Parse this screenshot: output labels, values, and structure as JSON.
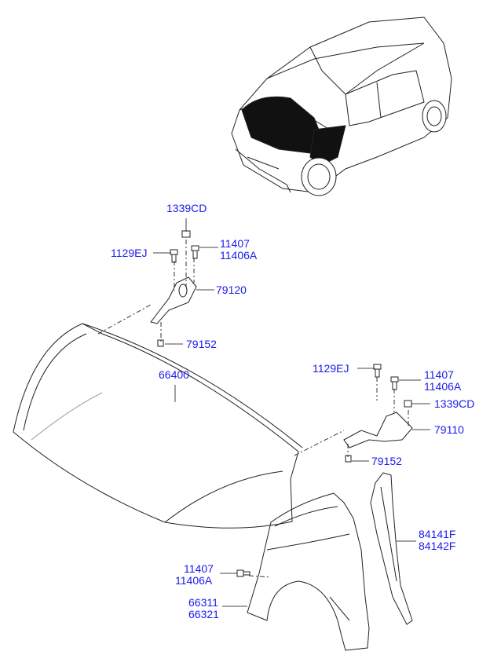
{
  "accent_color": "#1a1aee",
  "callouts": {
    "nut_upper_left": "1339CD",
    "bolt_11407_upper_a": "11407",
    "bolt_11406a_upper_b": "11406A",
    "bolt_1129ej_upper": "1129EJ",
    "hinge_lh": "79120",
    "bolt_79152_upper": "79152",
    "hood": "66400",
    "bolt_1129ej_right": "1129EJ",
    "bolt_11407_right_a": "11407",
    "bolt_11406a_right_b": "11406A",
    "nut_right": "1339CD",
    "hinge_rh": "79110",
    "bolt_79152_right": "79152",
    "insulator_a": "84141F",
    "insulator_b": "84142F",
    "bolt_11407_fender_a": "11407",
    "bolt_11406a_fender_b": "11406A",
    "fender_a": "66311",
    "fender_b": "66321"
  }
}
